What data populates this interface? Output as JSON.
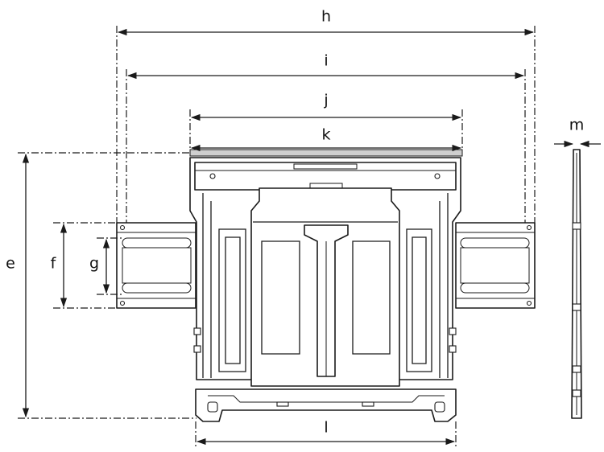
{
  "dimension_labels": {
    "h": "h",
    "i": "i",
    "j": "j",
    "k": "k",
    "l": "l",
    "e": "e",
    "f": "f",
    "g": "g",
    "m": "m"
  },
  "colors": {
    "line": "#1a1a1a",
    "background": "#ffffff",
    "shade": "#cfcfcf"
  }
}
